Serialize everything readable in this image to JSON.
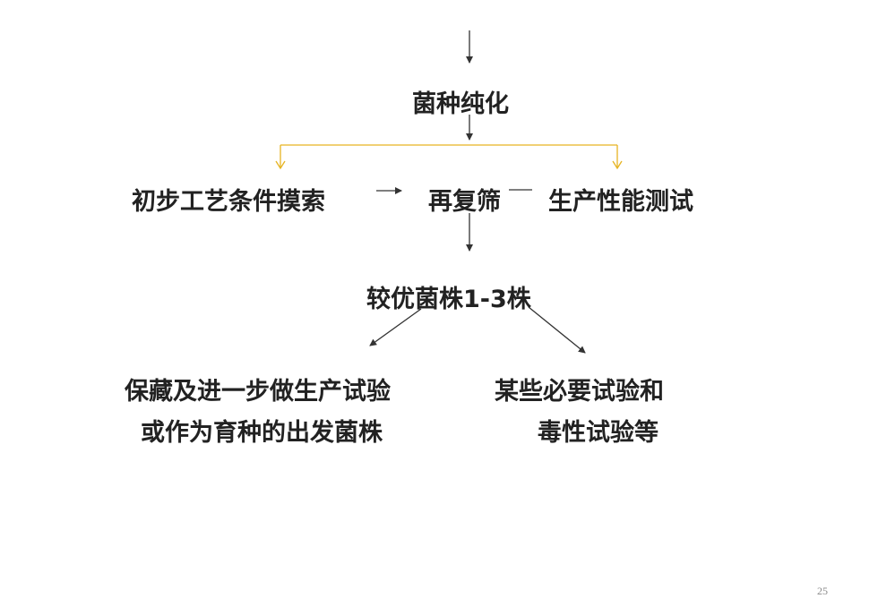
{
  "nodes": {
    "purify": "菌种纯化",
    "process": "初步工艺条件摸索",
    "rescreen": "再复筛",
    "performance": "生产性能测试",
    "better_strains": "较优菌株1-3株",
    "preserve_line1": "保藏及进一步做生产试验",
    "preserve_line2": "或作为育种的出发菌株",
    "tests_line1": "某些必要试验和",
    "tests_line2": "毒性试验等"
  },
  "colors": {
    "arrow_dark": "#333333",
    "arrow_branch": "#e6b422"
  },
  "page_number": "25"
}
